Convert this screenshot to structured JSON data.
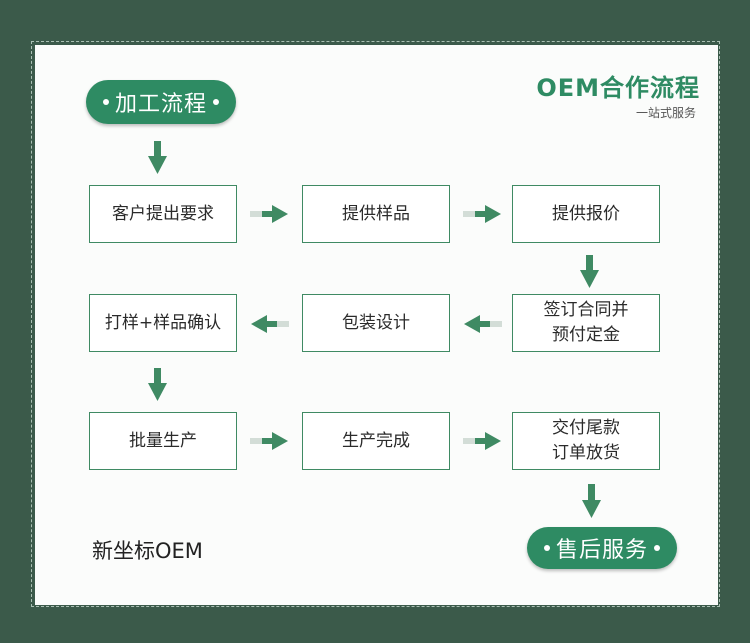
{
  "header": {
    "title": "OEM合作流程",
    "subtitle": "一站式服务"
  },
  "start_label": "加工流程",
  "end_label": "售后服务",
  "brand": "新坐标OEM",
  "steps": [
    {
      "label": "客户提出要求"
    },
    {
      "label": "提供样品"
    },
    {
      "label": "提供报价"
    },
    {
      "label": "签订合同并\n预付定金"
    },
    {
      "label": "包装设计"
    },
    {
      "label": "打样+样品确认"
    },
    {
      "label": "批量生产"
    },
    {
      "label": "生产完成"
    },
    {
      "label": "交付尾款\n订单放货"
    }
  ],
  "colors": {
    "accent": "#2e8b63",
    "frame": "#3b5a4a",
    "arrow_dark": "#3f8a63",
    "arrow_light": "#d3ddd7"
  }
}
